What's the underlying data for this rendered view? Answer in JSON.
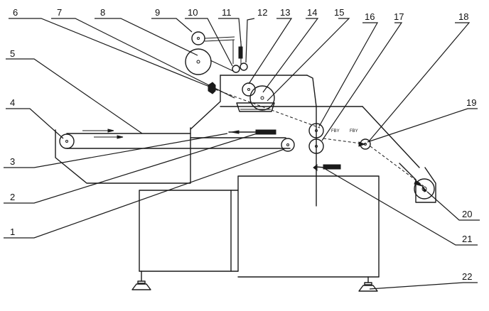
{
  "labels": [
    "1",
    "2",
    "3",
    "4",
    "5",
    "6",
    "7",
    "8",
    "9",
    "10",
    "11",
    "12",
    "13",
    "14",
    "15",
    "16",
    "17",
    "18",
    "19",
    "20",
    "21",
    "22"
  ],
  "small_marks": [
    "FBY",
    "FBY"
  ]
}
